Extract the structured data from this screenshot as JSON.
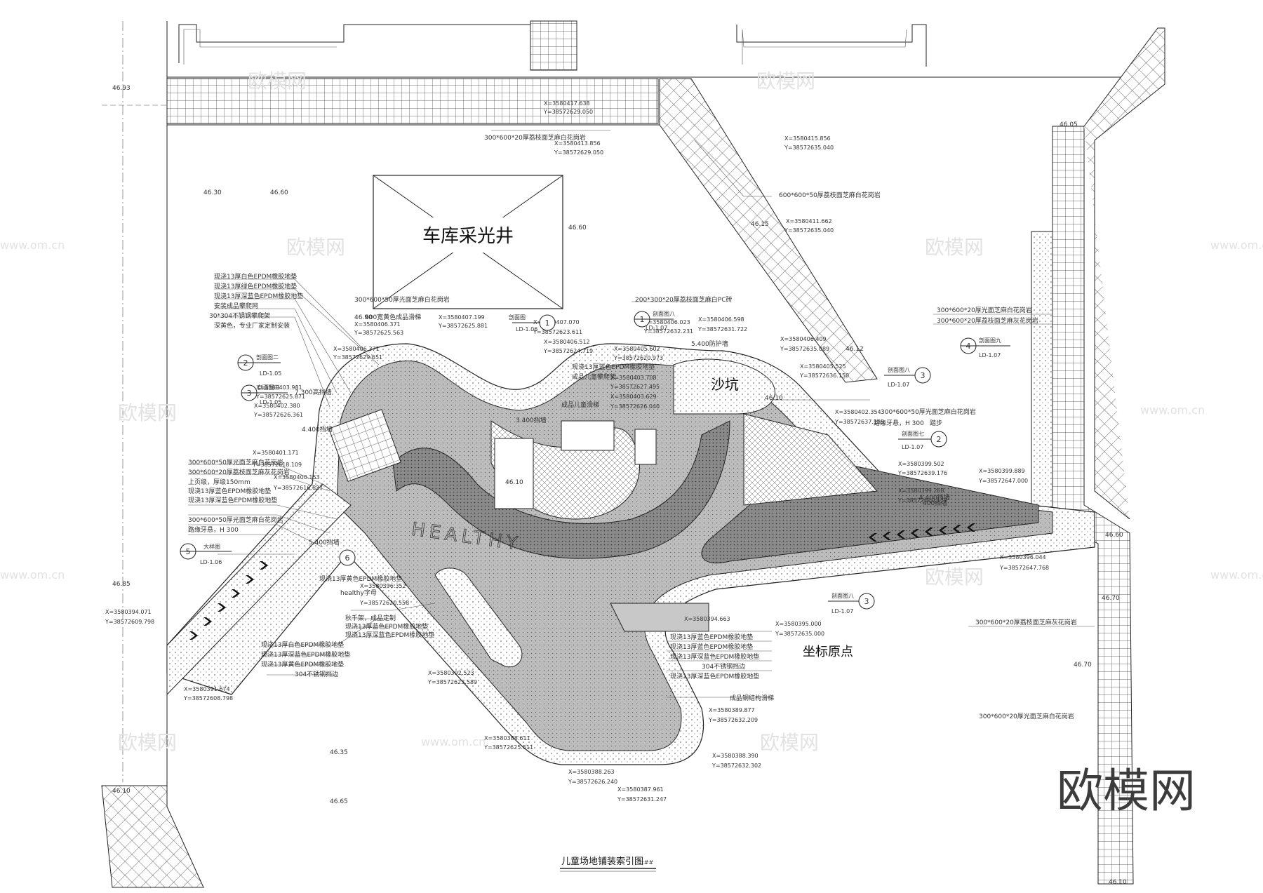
{
  "drawing": {
    "title": "儿童场地铺装索引图",
    "scale_text": "1:##",
    "skylight_label": "车库采光井",
    "sandpit_label": "沙坑",
    "origin_label": "坐标原点",
    "healthy_text": "HEALTHY"
  },
  "watermark": {
    "brand": "欧模网",
    "url": "www.om.cn"
  },
  "elevations": [
    "46.93",
    "46.30",
    "46.60",
    "46.60",
    "46.90",
    "46.15",
    "46.12",
    "46.10",
    "46.05",
    "46.10",
    "46.85",
    "46.35",
    "46.65",
    "46.70",
    "46.70",
    "46.10",
    "46.10",
    "46.60"
  ],
  "callouts": [
    {
      "num": "2",
      "sheet": "LD-1.05",
      "name": "剖面图二"
    },
    {
      "num": "3",
      "sheet": "LD-1.05",
      "name": "剖面图三"
    },
    {
      "num": "5",
      "sheet": "LD-1.06",
      "name": "大样图"
    },
    {
      "num": "6",
      "sheet": "",
      "name": ""
    },
    {
      "num": "1",
      "sheet": "LD-1.07",
      "name": "剖面图八"
    },
    {
      "num": "1",
      "sheet": "LD-1.06",
      "name": "剖面图"
    },
    {
      "num": "3",
      "sheet": "LD-1.07",
      "name": "剖面图八"
    },
    {
      "num": "2",
      "sheet": "LD-1.07",
      "name": "剖面图七"
    },
    {
      "num": "4",
      "sheet": "LD-1.07",
      "name": "剖面图九"
    },
    {
      "num": "3",
      "sheet": "LD-1.07",
      "name": "剖面图八"
    }
  ],
  "notes": [
    "300*600*20厚荔枝面芝麻白花岗岩",
    "600*600*50厚荔枝面芝麻白花岗岩",
    "300*600*20厚光面芝麻白花岗岩",
    "300*600*20厚荔枝面芝麻灰花岗岩",
    "300*600*20厚荔枝面芝麻灰花岗岩",
    "300*600*50厚光面芝麻白花岗岩",
    "现浇13厚白色EPDM橡胶地垫",
    "现浇13厚绿色EPDM橡胶地垫",
    "现浇13厚深蓝色EPDM橡胶地垫",
    "安装成品攀爬网",
    "30*304不锈钢攀爬架",
    "深黄色，专业厂家定制安装",
    "600宽黄色成品滑梯",
    "300*600*50厚光面芝麻白花岗岩",
    "上页级，厚级150mm",
    "现浇13厚蓝色EPDM橡胶地垫",
    "现浇13厚深蓝色EPDM橡胶地垫",
    "300*600*50厚光面芝麻白花岗岩",
    "路缘牙悬，H 300",
    "现浇13厚黄色EPDM橡胶地垫",
    "healthy字母",
    "秋千架，成品定制",
    "现浇13厚蓝色EPDM橡胶地垫",
    "现浇13厚深蓝色EPDM橡胶地垫",
    "现浇13厚白色EPDM橡胶地垫",
    "现浇13厚深蓝色EPDM橡胶地垫",
    "现浇13厚黄色EPDM橡胶地垫",
    "304不锈钢挡边",
    "现浇13厚蓝色EPDM橡胶地垫",
    "成品钢结构滑梯",
    "200*300*20厚荔枝面芝麻白PC砖",
    "5.400防护墙",
    "现浇13厚蓝色EPDM橡胶地垫",
    "成品儿童攀爬架",
    "300*600*50厚光面芝麻白花岗岩",
    "踏步",
    "300*600*20厚光面芝麻白花岗岩",
    "现浇13厚蓝色EPDM橡胶地垫",
    "现浇13厚深蓝色EPDM橡胶地垫",
    "304不锈钢挡边",
    "现浇13厚深蓝色EPDM橡胶地垫",
    "成品儿童滑梯",
    "5.400挡墙",
    "3.400挡墙",
    "4.400挡墙",
    "7.300高挡墙",
    "300*600*20厚荔枝面芝麻灰花岗岩",
    "路缘牙悬，H 300",
    "4.400挡墙",
    "400挡墙"
  ],
  "coords": [
    "X=3580417.638",
    "Y=38572629.050",
    "X=3580413.856",
    "Y=38572629.050",
    "X=3580415.856",
    "Y=38572635.040",
    "X=3580411.662",
    "Y=38572635.040",
    "X=3580407.199",
    "Y=38572625.881",
    "X=3580406.371",
    "Y=38572625.563",
    "X=3580406.371",
    "Y=38572629.651",
    "X=3580403.981",
    "Y=38572625.871",
    "X=3580402.380",
    "Y=38572626.361",
    "X=3580401.171",
    "Y=38572618.109",
    "X=3580400.153",
    "Y=38572616.627",
    "X=3580407.070",
    "Y=38572623.611",
    "X=3580406.512",
    "Y=38572624.719",
    "X=3580405.602",
    "Y=38572620.973",
    "X=3580403.708",
    "Y=38572627.495",
    "X=3580403.629",
    "Y=38572626.040",
    "X=3580406.023",
    "Y=38572632.231",
    "X=3580406.598",
    "Y=38572631.722",
    "X=3580406.409",
    "Y=38572635.089",
    "X=3580405.525",
    "Y=38572636.150",
    "X=3580402.354",
    "Y=38572637.135",
    "X=3580399.502",
    "Y=38572639.176",
    "X=3580399.268",
    "Y=38572640.177",
    "X=3580399.889",
    "Y=38572647.000",
    "X=3580396.044",
    "Y=38572647.768",
    "X=3580396.352",
    "Y=38572620.558",
    "X=3580394.071",
    "Y=38572609.798",
    "X=3580391.674",
    "Y=38572608.798",
    "X=3580392.523",
    "Y=38572623.589",
    "X=3580394.663",
    "X=3580395.000",
    "Y=38572635.000",
    "X=3580389.877",
    "Y=38572632.209",
    "X=3580388.611",
    "Y=38572625.511",
    "X=3580388.390",
    "Y=38572632.302",
    "X=3580388.263",
    "Y=38572626.240",
    "X=3580387.961",
    "Y=38572631.247"
  ]
}
